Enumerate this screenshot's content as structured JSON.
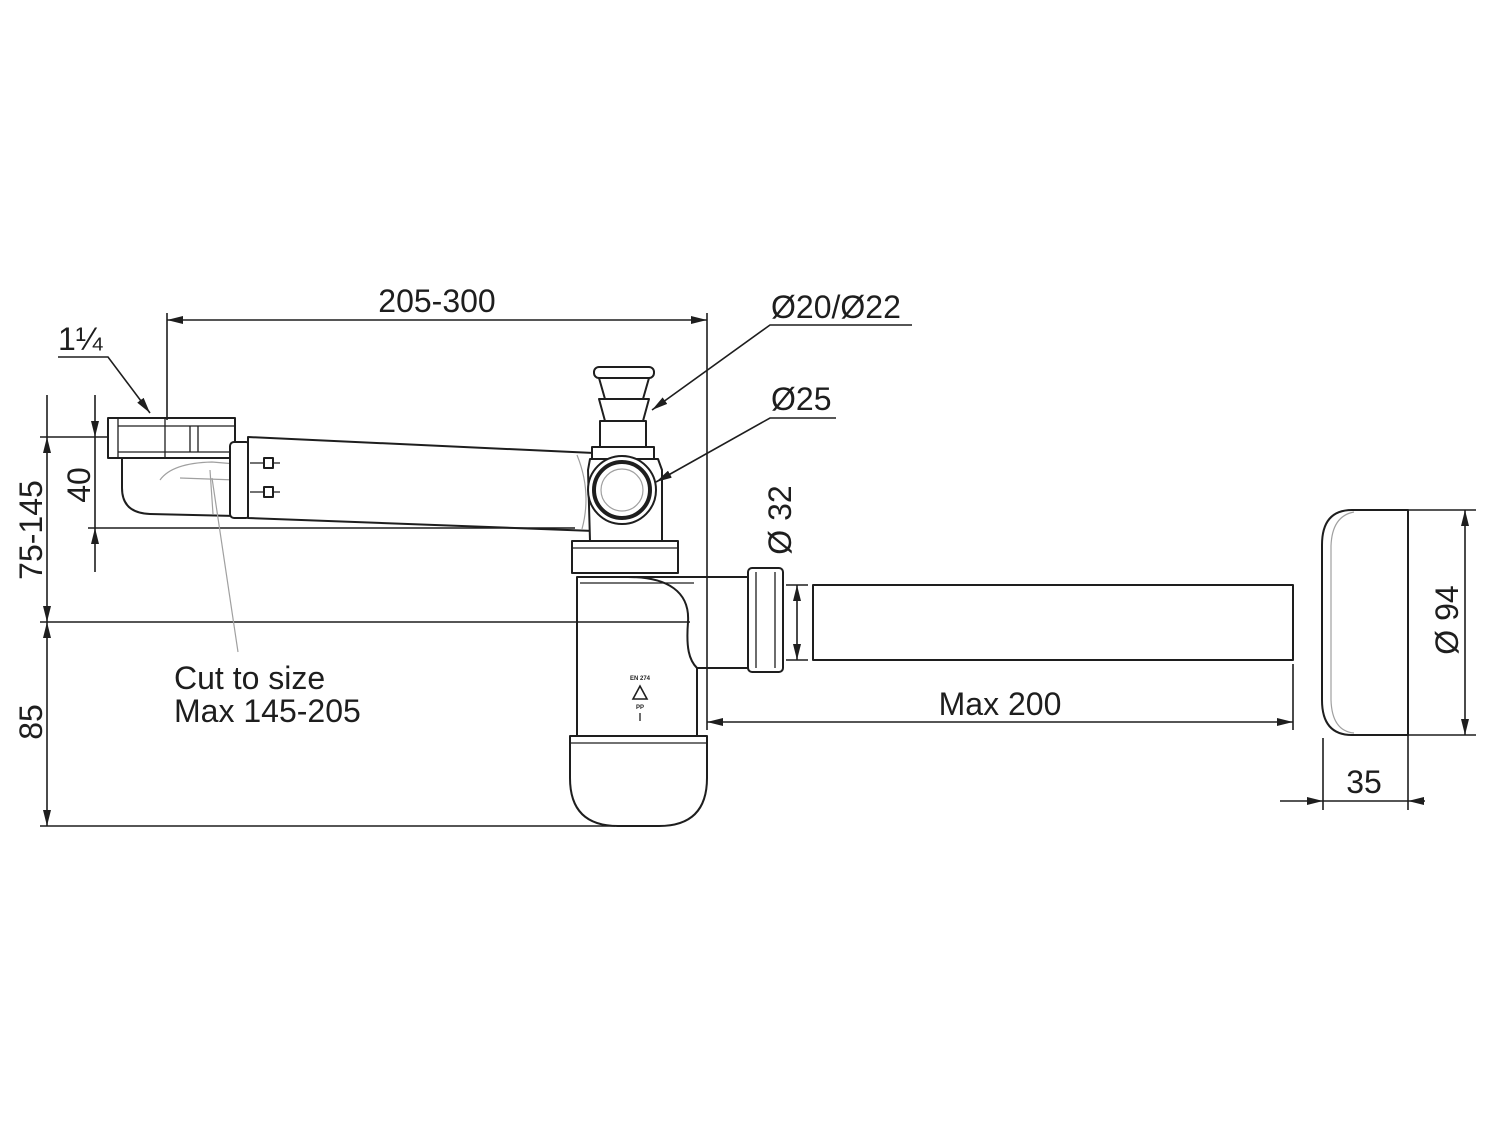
{
  "drawing": {
    "labels": {
      "overall_width": "205-300",
      "inlet_thread": "1¼",
      "hose_barb": "Ø20/Ø22",
      "side_inlet": "Ø25",
      "inlet_height": "40",
      "trap_adjust_height": "75-145",
      "trap_height": "85",
      "outlet_diameter": "Ø 32",
      "outlet_length": "Max 200",
      "rosette_diameter": "Ø 94",
      "rosette_depth": "35"
    },
    "note": {
      "line1": "Cut to size",
      "line2": "Max 145-205"
    },
    "markings": {
      "standard": "EN 274",
      "material": "PP"
    }
  },
  "colors": {
    "line": "#1e1e1e",
    "hidden_line": "#a0a0a0",
    "background": "#ffffff"
  }
}
